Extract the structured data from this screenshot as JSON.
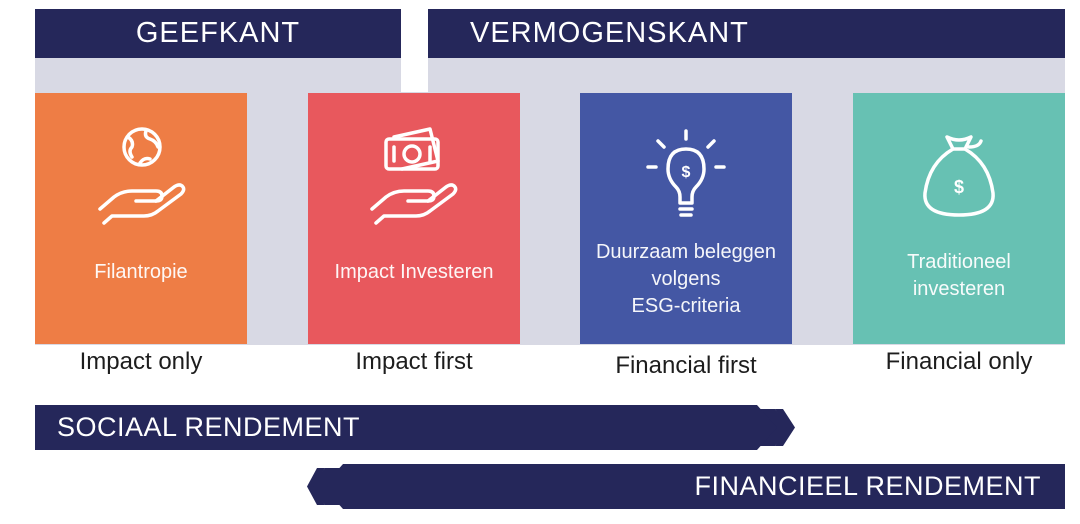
{
  "headers": {
    "left": "GEEFKANT",
    "right": "VERMOGENSKANT"
  },
  "cards": [
    {
      "label": "Filantropie",
      "sublabel": "Impact only",
      "icon": "globe-hand-icon",
      "color": "#ee7d45"
    },
    {
      "label": "Impact Investeren",
      "sublabel": "Impact first",
      "icon": "money-hand-icon",
      "color": "#e8585d"
    },
    {
      "label": "Duurzaam beleggen volgens ESG-criteria",
      "label_lines": [
        "Duurzaam beleggen",
        "volgens",
        "ESG-criteria"
      ],
      "sublabel": "Financial first",
      "icon": "lightbulb-dollar-icon",
      "color": "#4457a4"
    },
    {
      "label": "Traditioneel investeren",
      "label_lines": [
        "Traditioneel",
        "investeren"
      ],
      "sublabel": "Financial only",
      "icon": "money-bag-icon",
      "color": "#67c1b3"
    }
  ],
  "arrows": {
    "social": "SOCIAAL RENDEMENT",
    "financial": "FINANCIEEL RENDEMENT"
  },
  "colors": {
    "navy": "#25275a",
    "band": "#d8d9e4"
  }
}
